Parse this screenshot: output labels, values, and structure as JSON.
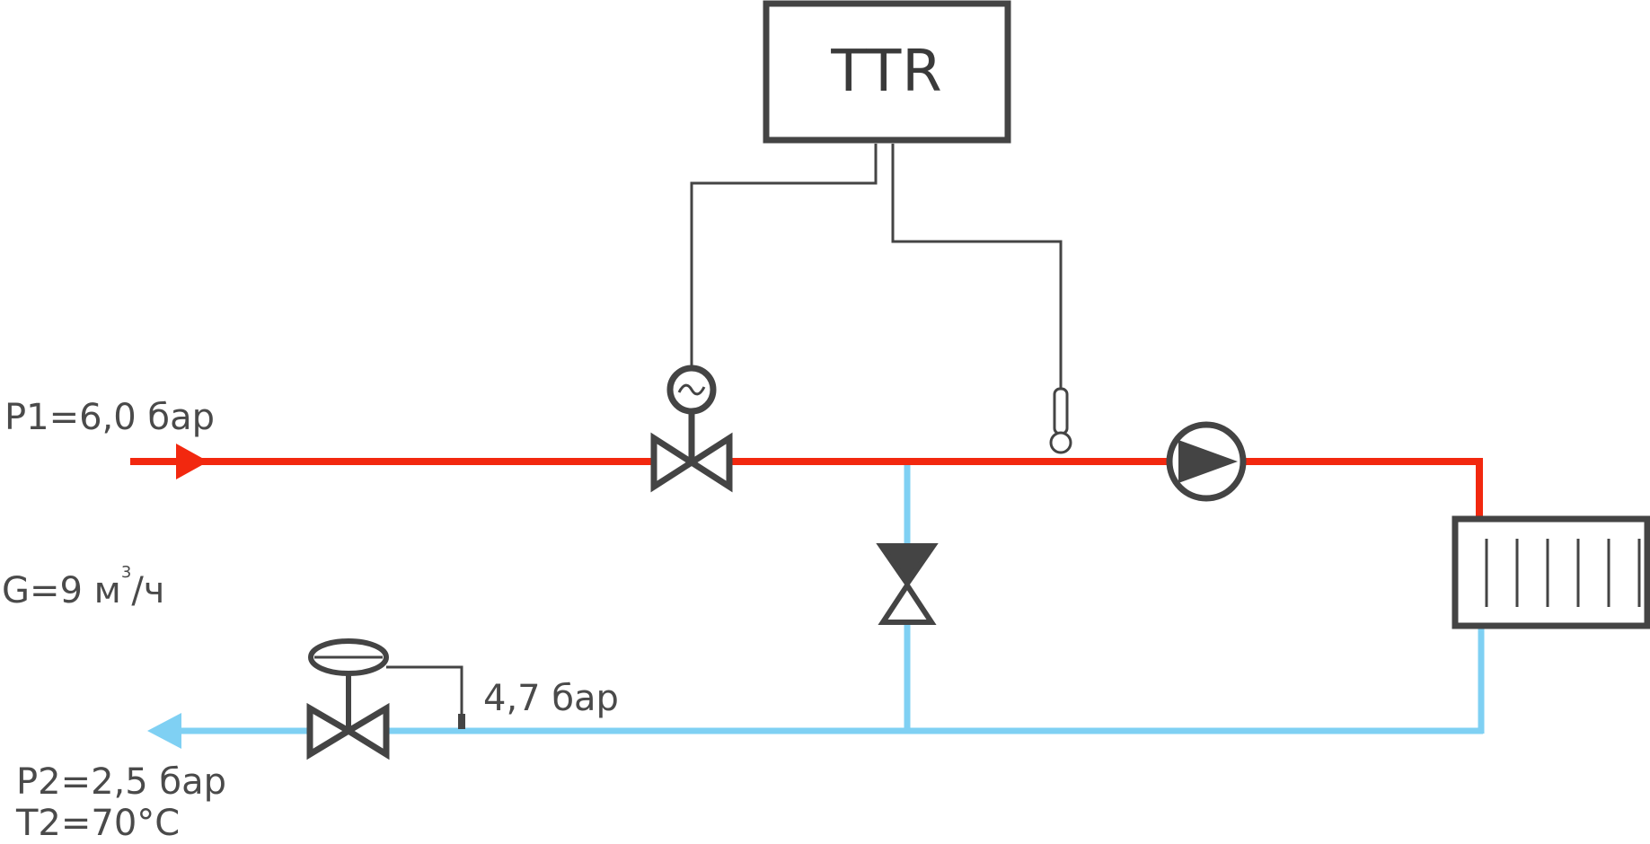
{
  "controller": {
    "label": "TTR"
  },
  "labels": {
    "p1": "P1=6,0 бар",
    "g_prefix": "G=9 м",
    "g_sup": "3",
    "g_suffix": "/ч",
    "intermediate_pressure": "4,7 бар",
    "p2": "P2=2,5 бар",
    "t2_prefix": "T2=70",
    "t2_unit": "°С"
  },
  "colors": {
    "supply_line": "#f2280f",
    "return_line": "#7fd0f3",
    "equipment": "#444444",
    "signal_wire": "#444444"
  },
  "icons": {
    "supply_arrow": "arrow-right-icon",
    "return_arrow": "arrow-left-icon",
    "control_valve": "control-valve-icon",
    "actuator": "motor-actuator-icon",
    "temperature_sensor": "thermometer-icon",
    "pump": "circulation-pump-icon",
    "radiator": "radiator-icon",
    "balancing_valve": "balancing-valve-icon",
    "pressure_regulator": "pressure-regulator-icon",
    "diaphragm": "diaphragm-icon"
  }
}
